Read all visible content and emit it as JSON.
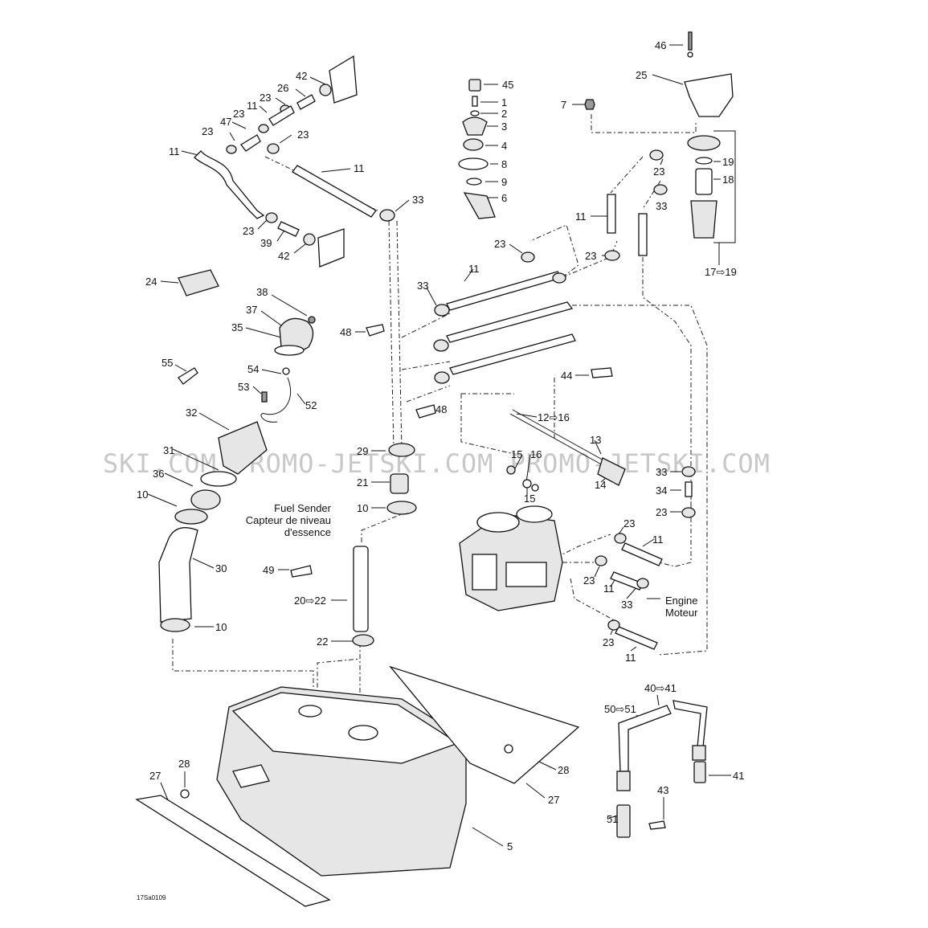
{
  "watermark": "SKI.COM PROMO-JETSKI.COM PROMO-JETSKI.COM",
  "drawing_code": "17Sa0109",
  "callouts": {
    "46": "46",
    "25": "25",
    "7": "7",
    "19": "19",
    "23a": "23",
    "18": "18",
    "33a": "33",
    "11a": "11",
    "23b": "23",
    "17_19": "17⇨19",
    "45": "45",
    "1": "1",
    "2": "2",
    "3": "3",
    "4": "4",
    "8": "8",
    "9": "9",
    "6": "6",
    "42a": "42",
    "26": "26",
    "23c": "23",
    "11b": "11",
    "47": "47",
    "23d": "23",
    "23e": "23",
    "23f": "23",
    "11c": "11",
    "11d": "11",
    "33b": "33",
    "23g": "23",
    "39": "39",
    "42b": "42",
    "23h": "23",
    "11e": "11",
    "33c": "33",
    "24": "24",
    "38": "38",
    "37": "37",
    "35": "35",
    "48a": "48",
    "55": "55",
    "54": "54",
    "53": "53",
    "52": "52",
    "44": "44",
    "48b": "48",
    "32": "32",
    "12_16": "12⇨16",
    "13": "13",
    "29": "29",
    "31": "31",
    "36": "36",
    "15a": "15",
    "16": "16",
    "33d": "33",
    "34": "34",
    "21": "21",
    "14": "14",
    "15b": "15",
    "10a": "10",
    "10b": "10",
    "23i": "23",
    "23j": "23",
    "11f": "11",
    "30": "30",
    "49": "49",
    "20_22": "20⇨22",
    "23k": "23",
    "11g": "11",
    "33e": "33",
    "10c": "10",
    "22": "22",
    "23l": "23",
    "11h": "11",
    "40_41": "40⇨41",
    "50_51": "50⇨51",
    "28a": "28",
    "28b": "28",
    "27a": "27",
    "27b": "27",
    "41": "41",
    "43": "43",
    "51": "51",
    "5": "5"
  },
  "notes": {
    "fuel_sender_en": "Fuel Sender",
    "fuel_sender_fr_1": "Capteur de niveau",
    "fuel_sender_fr_2": "d'essence",
    "engine_en": "Engine",
    "engine_fr": "Moteur"
  }
}
